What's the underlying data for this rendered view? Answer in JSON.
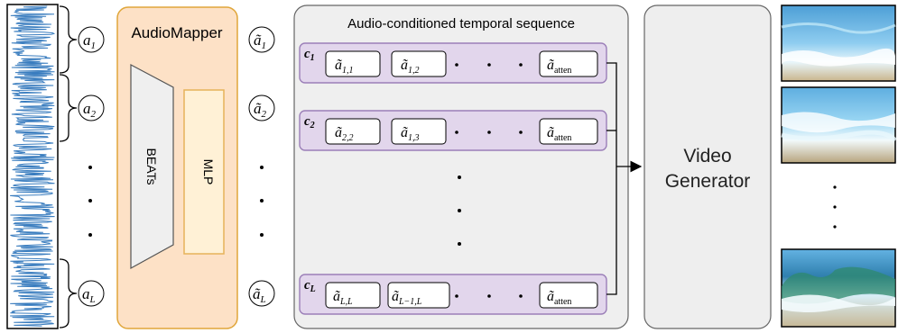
{
  "audio_segments": [
    {
      "base": "a",
      "sub": "1"
    },
    {
      "base": "a",
      "sub": "2"
    },
    {
      "base": "a",
      "sub": "L"
    }
  ],
  "audiomapper": {
    "title": "AudioMapper",
    "encoder_label": "BEATs",
    "mlp_label": "MLP"
  },
  "mapped_tokens": [
    {
      "base": "ã",
      "sub": "1"
    },
    {
      "base": "ã",
      "sub": "2"
    },
    {
      "base": "ã",
      "sub": "L"
    }
  ],
  "sequence_panel": {
    "title": "Audio-conditioned temporal sequence",
    "rows": [
      {
        "cond_base": "c",
        "cond_sub": "1",
        "tokens": [
          {
            "base": "ã",
            "sub": "1,1"
          },
          {
            "base": "ã",
            "sub": "1,2"
          }
        ],
        "last": {
          "base": "ã",
          "sub": "atten"
        }
      },
      {
        "cond_base": "c",
        "cond_sub": "2",
        "tokens": [
          {
            "base": "ã",
            "sub": "2,2"
          },
          {
            "base": "ã",
            "sub": "1,3"
          }
        ],
        "last": {
          "base": "ã",
          "sub": "atten"
        }
      },
      {
        "cond_base": "c",
        "cond_sub": "L",
        "tokens": [
          {
            "base": "ã",
            "sub": "L,L"
          },
          {
            "base": "ã",
            "sub": "L−1,L"
          }
        ],
        "last": {
          "base": "ã",
          "sub": "atten"
        }
      }
    ]
  },
  "generator": {
    "line1": "Video",
    "line2": "Generator"
  },
  "colors": {
    "waveform": "#3a7dbf",
    "audiomapper_fill": "#fde1c6",
    "audiomapper_stroke": "#e0a63a",
    "mlp_fill": "#fff1d6",
    "mlp_stroke": "#e6b35a",
    "beats_fill": "#efefef",
    "panel_fill": "#efefef",
    "row_fill": "#e2d6ec",
    "row_stroke": "#9b7fb8",
    "generator_fill": "#eeeeee"
  }
}
